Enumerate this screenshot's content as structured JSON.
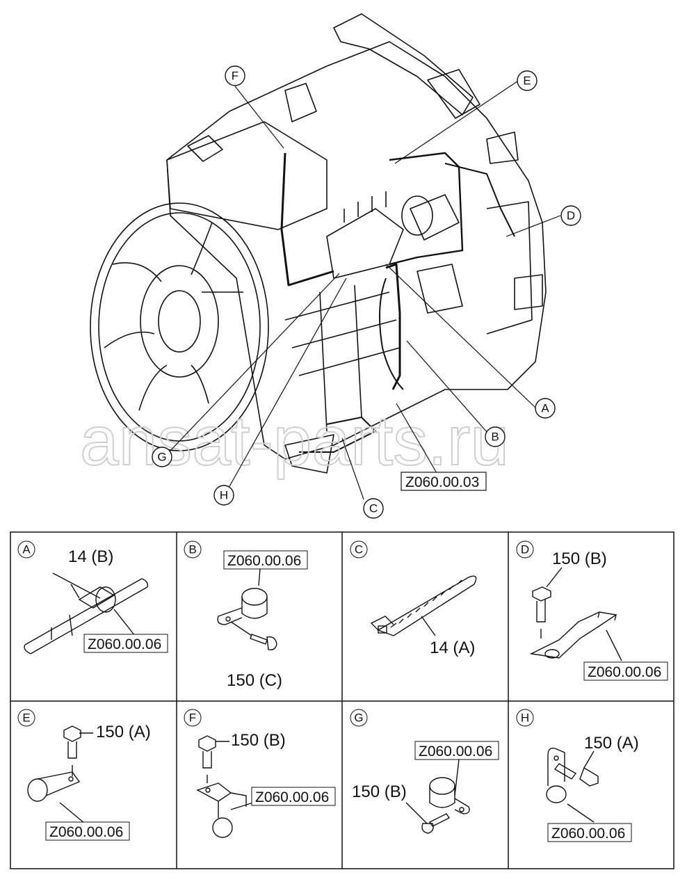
{
  "watermark": "ansat-parts.ru",
  "main": {
    "ref_code": "Z060.00.03",
    "callouts": [
      "A",
      "B",
      "C",
      "D",
      "E",
      "F",
      "G",
      "H"
    ]
  },
  "panels": [
    {
      "letter": "A",
      "parts": [
        "14 (B)"
      ],
      "codes": [
        "Z060.00.06"
      ]
    },
    {
      "letter": "B",
      "parts": [
        "150 (C)"
      ],
      "codes": [
        "Z060.00.06"
      ]
    },
    {
      "letter": "C",
      "parts": [
        "14 (A)"
      ],
      "codes": []
    },
    {
      "letter": "D",
      "parts": [
        "150 (B)"
      ],
      "codes": [
        "Z060.00.06"
      ]
    },
    {
      "letter": "E",
      "parts": [
        "150 (A)"
      ],
      "codes": [
        "Z060.00.06"
      ]
    },
    {
      "letter": "F",
      "parts": [
        "150 (B)"
      ],
      "codes": [
        "Z060.00.06"
      ]
    },
    {
      "letter": "G",
      "parts": [
        "150 (B)"
      ],
      "codes": [
        "Z060.00.06"
      ]
    },
    {
      "letter": "H",
      "parts": [
        "150 (A)"
      ],
      "codes": [
        "Z060.00.06"
      ]
    }
  ]
}
